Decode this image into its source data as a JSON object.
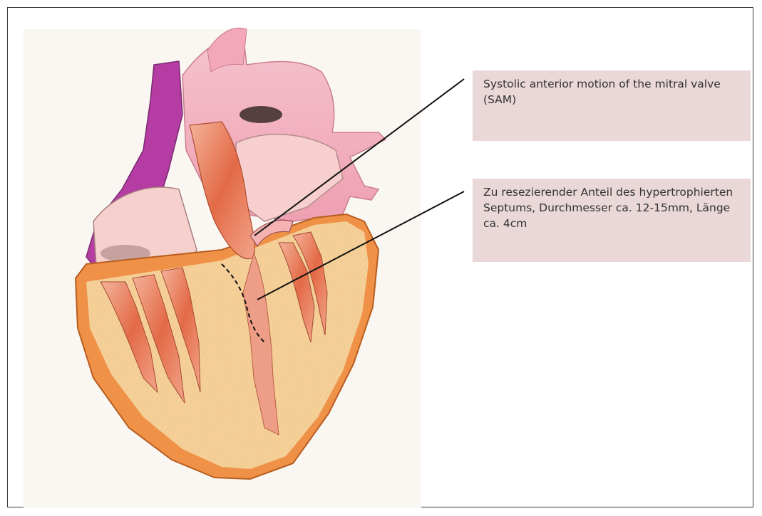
{
  "annotations": {
    "sam": "Systolic anterior motion of the mitral valve (SAM)",
    "septum": "Zu resezierender  Anteil des hypertrophierten Septums, Durchmesser ca. 12-15mm, Länge ca. 4cm"
  },
  "colors": {
    "callout_background": "#ead7d7",
    "callout_text": "#333333",
    "leader_line": "#111111",
    "myocardium": "#f3c98f",
    "epicardium": "#e8893d",
    "vessel_magenta": "#b33aa0",
    "aorta_pink": "#f2b7c5",
    "muscle_red": "#e0603e"
  },
  "icons": {
    "heart": "heart-cross-section-illustration"
  }
}
